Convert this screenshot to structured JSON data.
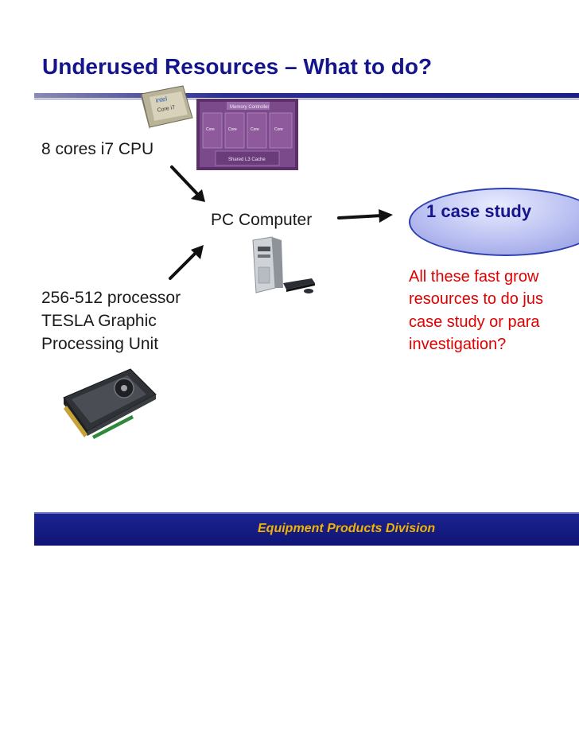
{
  "slide": {
    "title": "Underused Resources – What to do?",
    "cpu_label": "8 cores i7 CPU",
    "pc_label": "PC Computer",
    "case_study": "1 case study",
    "gpu_label_lines": [
      "256-512 processor",
      "TESLA Graphic",
      "Processing Unit"
    ],
    "note_lines": [
      "All these fast grow",
      "resources to do jus",
      "case study or para",
      "investigation?"
    ],
    "chip_texts": {
      "cpu_brand": "intel",
      "cpu_model": "Core i7",
      "die_memory": "Memory Controller",
      "die_core": "Core",
      "die_cache": "Shared L3 Cache"
    },
    "footer": "Equipment Products Division"
  },
  "colors": {
    "title": "#14148c",
    "note": "#e00000",
    "footer_bg": "#1c2391",
    "footer_text": "#f0b400",
    "oval_border": "#2c3fb0"
  }
}
